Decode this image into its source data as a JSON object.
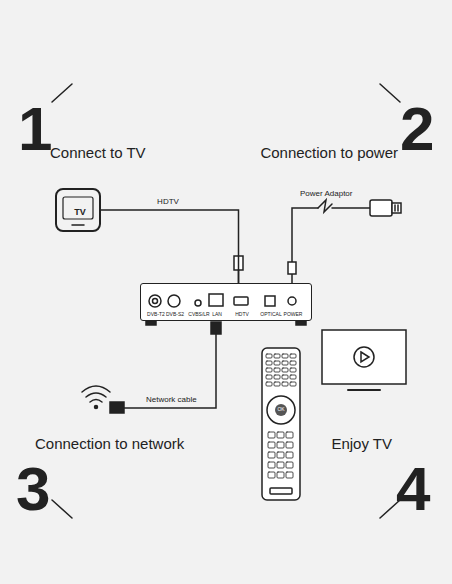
{
  "diagram": {
    "nodes": [
      {
        "text": [
          "TV"
        ]
      },
      {
        "text": [
          "DVB-T2",
          "DVB-S2",
          "CVBS/LR",
          "LAN",
          "HDTV",
          "OPTICAL",
          "POWER"
        ]
      }
    ],
    "edges": [
      {
        "from": 0,
        "to": 1,
        "arrow": "none",
        "label": "HDTV"
      }
    ],
    "labels": [
      "1",
      "Connect to TV",
      "2",
      "Connection to power",
      "3",
      "Connection to network",
      "4",
      "Enjoy TV",
      "Power Adaptor",
      "Network cable",
      "OK"
    ]
  }
}
